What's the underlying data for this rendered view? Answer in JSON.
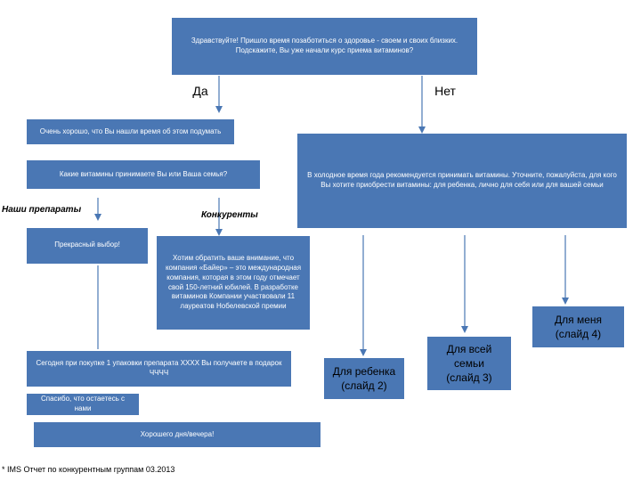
{
  "colors": {
    "box": "#4a77b4",
    "arrow": "#4a77b4",
    "text_on_box": "#ffffff"
  },
  "boxes": {
    "greeting": "Здравствуйте! Пришло время позаботиться о здоровье - своем и своих близких. Подскажите, Вы уже начали курс приема витаминов?",
    "good_time": "Очень хорошо, что Вы нашли время об этом подумать",
    "which_vitamins": "Какие витамины принимаете Вы или Ваша семья?",
    "cold_season": "В холодное время года рекомендуется принимать витамины. Уточните, пожалуйста, для кого Вы хотите приобрести витамины: для ребенка, лично для себя или для вашей семьи",
    "excellent_choice": "Прекрасный выбор!",
    "bayer_info": "Хотим обратить ваше внимание, что компания «Байер» – это международная компания, которая в этом году отмечает свой 150-летний юбилей. В разработке витаминов Компании участвовали 11 лауреатов Нобелевской премии",
    "promo": "Сегодня при покупке 1 упаковки препарата XXXX Вы получаете в подарок ЧЧЧЧ",
    "thanks": "Спасибо, что остаетесь с нами",
    "good_day": "Хорошего дня/вечера!",
    "for_child": "Для ребенка\n(слайд 2)",
    "for_family": "Для всей\nсемьи\n(слайд 3)",
    "for_me": "Для меня\n(слайд 4)"
  },
  "labels": {
    "yes": "Да",
    "no": "Нет",
    "our_products": "Наши препараты",
    "competitors": "Конкуренты",
    "footnote": "* IMS Отчет по конкурентным группам 03.2013"
  }
}
